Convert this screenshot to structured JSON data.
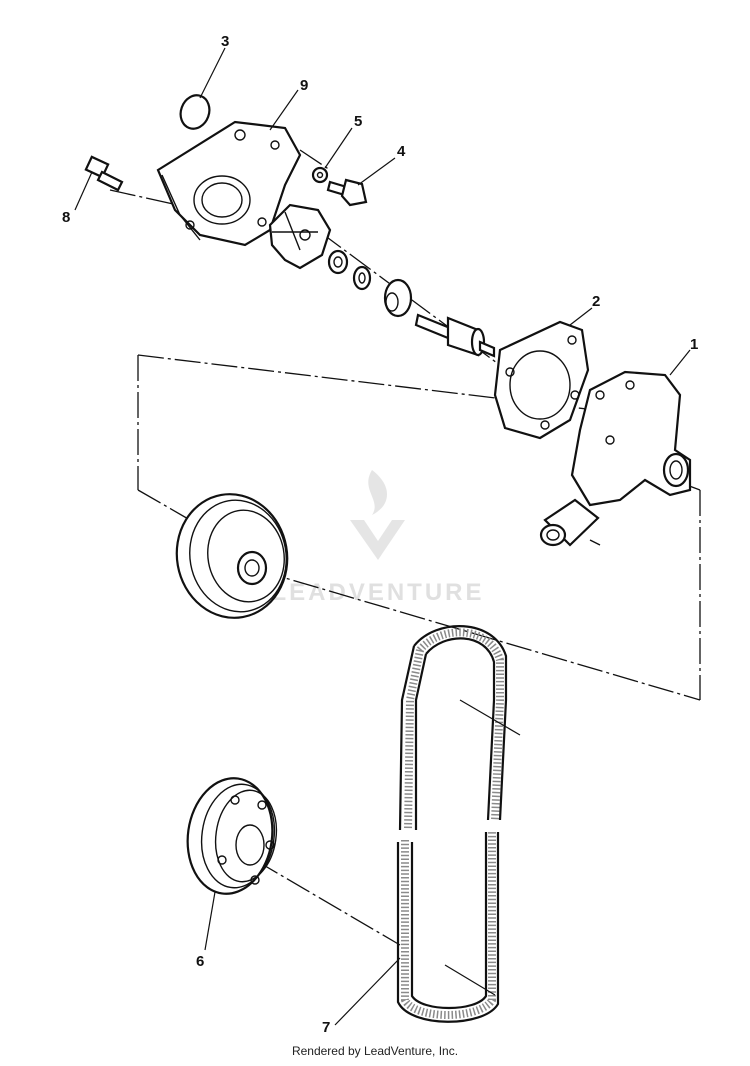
{
  "callouts": {
    "c1": "1",
    "c2": "2",
    "c3": "3",
    "c4": "4",
    "c5": "5",
    "c6": "6",
    "c7": "7",
    "c8": "8",
    "c9": "9"
  },
  "watermark": "LEADVENTURE",
  "footer": "Rendered by LeadVenture, Inc."
}
